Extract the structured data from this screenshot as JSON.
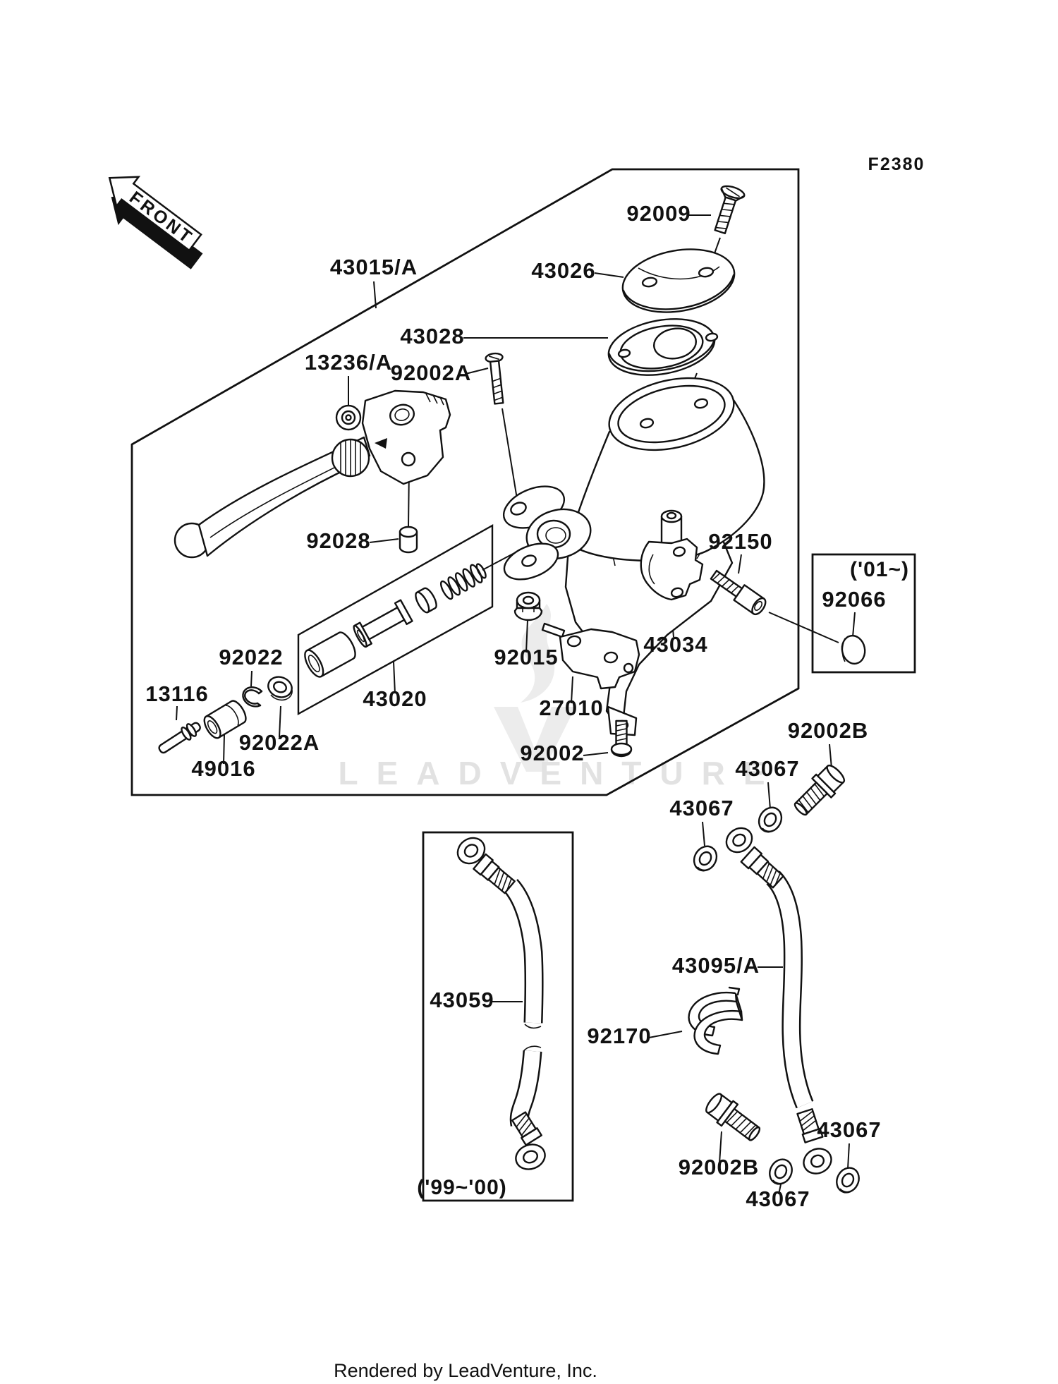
{
  "figure_code": "F2380",
  "orientation_label": "FRONT",
  "watermark_text": "LEADVENTURE",
  "footer_text": "Rendered by LeadVenture, Inc.",
  "range_tags": {
    "from_2001": "('01~)",
    "y1999_2000": "('99~'00)"
  },
  "callouts": {
    "p43015": "43015/A",
    "p92009": "92009",
    "p43026": "43026",
    "p43028": "43028",
    "p13236": "13236/A",
    "p92002a": "92002A",
    "p92028": "92028",
    "p92150": "92150",
    "p92066": "92066",
    "p92022": "92022",
    "p13116": "13116",
    "p92015": "92015",
    "p27010": "27010",
    "p43034": "43034",
    "p43020": "43020",
    "p92022a": "92022A",
    "p49016": "49016",
    "p92002": "92002",
    "p92002b": "92002B",
    "p43067": "43067",
    "p43095": "43095/A",
    "p43059": "43059",
    "p92170": "92170"
  }
}
